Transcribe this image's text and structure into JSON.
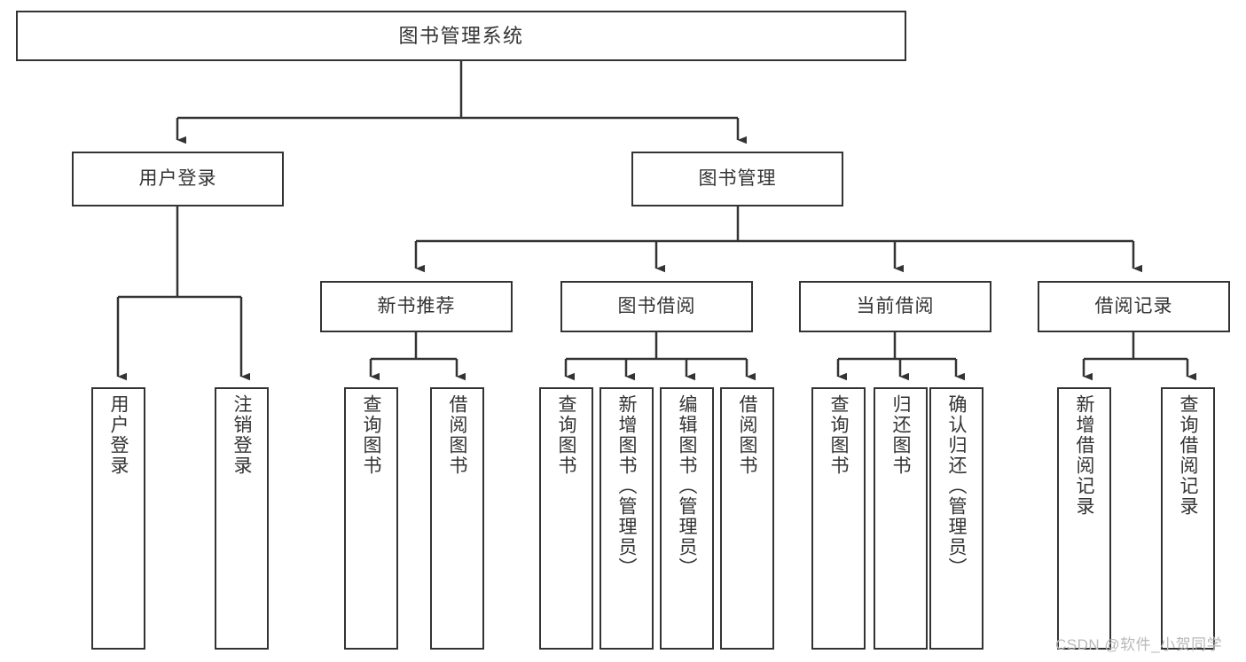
{
  "diagram": {
    "title": "图书管理系统",
    "watermark": "CSDN @软件_小贺同学",
    "line_color": "#333333",
    "box_fill": "#ffffff",
    "text_color": "#333333",
    "nodes": {
      "root": "图书管理系统",
      "level1": {
        "user_login": "用户登录",
        "book_manage": "图书管理"
      },
      "level2": {
        "new_book_recommend": "新书推荐",
        "book_borrow": "图书借阅",
        "current_borrow": "当前借阅",
        "borrow_record": "借阅记录"
      },
      "leaves": {
        "user_login_1": "用户登录",
        "user_login_2": "注销登录",
        "recommend_1": "查询图书",
        "recommend_2": "借阅图书",
        "borrow_1": "查询图书",
        "borrow_2": "新增图书（管理员）",
        "borrow_3": "编辑图书（管理员）",
        "borrow_4": "借阅图书",
        "current_1": "查询图书",
        "current_2": "归还图书",
        "current_3": "确认归还（管理员）",
        "record_1": "新增借阅记录",
        "record_2": "查询借阅记录"
      }
    }
  }
}
